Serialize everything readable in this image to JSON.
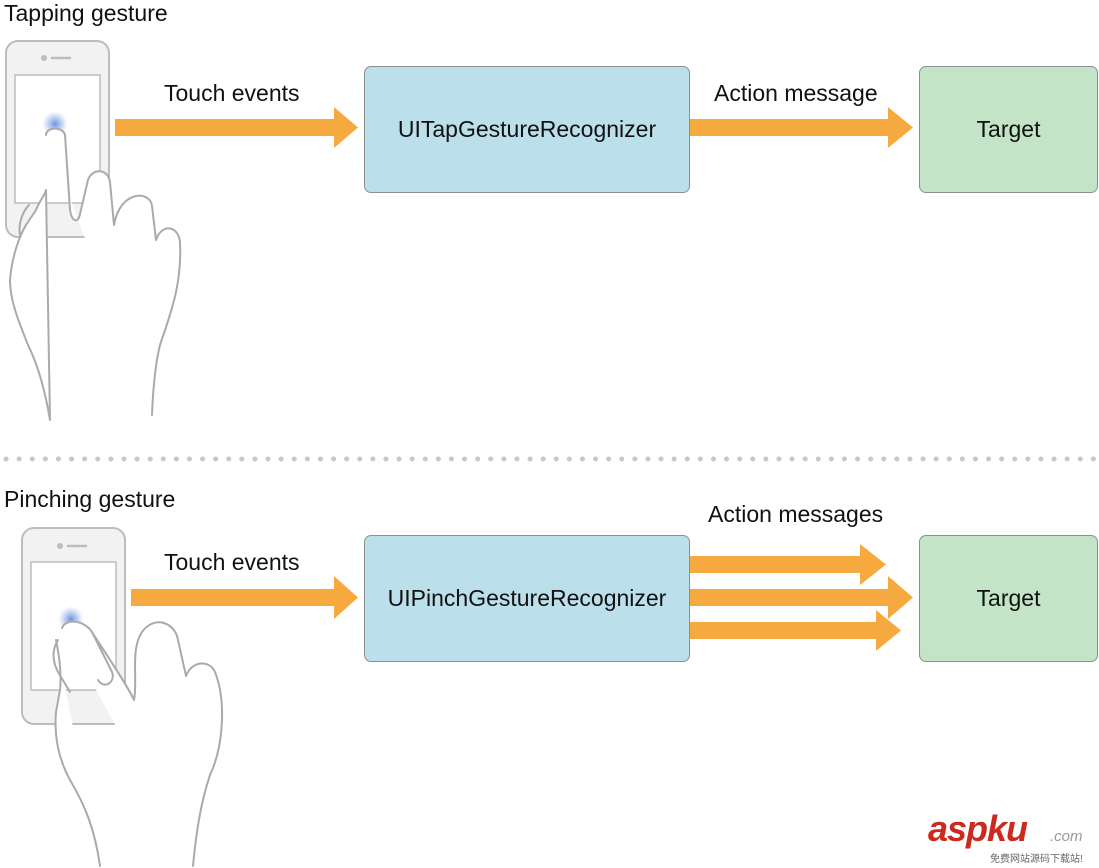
{
  "top": {
    "title": "Tapping gesture",
    "input_label": "Touch events",
    "recognizer": "UITapGestureRecognizer",
    "output_label": "Action message",
    "target": "Target"
  },
  "bottom": {
    "title": "Pinching gesture",
    "input_label": "Touch events",
    "recognizer": "UIPinchGestureRecognizer",
    "output_label": "Action messages",
    "target": "Target"
  },
  "colors": {
    "arrow": "#f6a93e",
    "recognizer_fill": "#bce0eb",
    "target_fill": "#c3e4c6",
    "separator": "#c8c8c8",
    "watermark_red": "#cc2a1f"
  },
  "watermark": {
    "main": "aspku",
    "suffix": ".com",
    "tagline": "免费网站源码下载站!"
  }
}
